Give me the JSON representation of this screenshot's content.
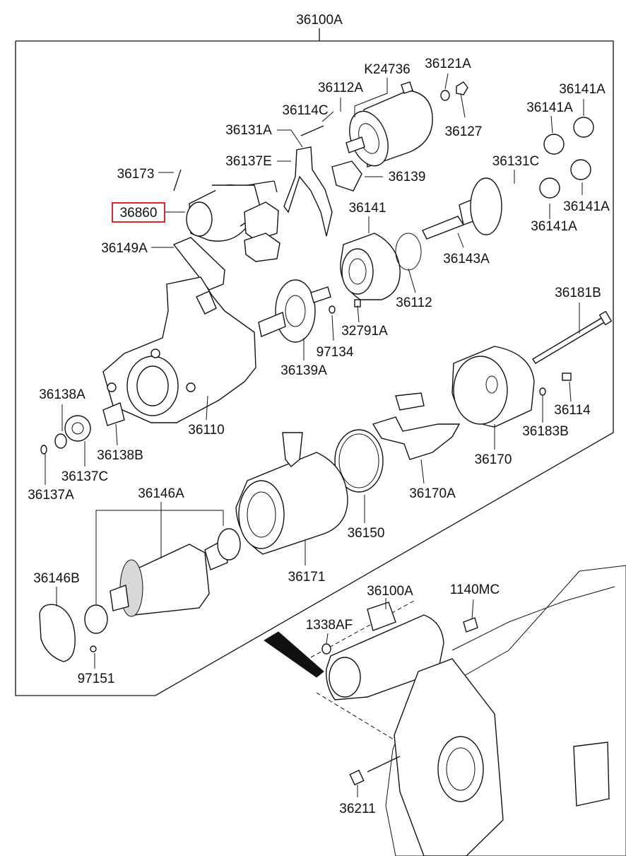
{
  "header": {
    "assembly_label": "36100A"
  },
  "parts": {
    "k24736": "K24736",
    "p36121a": "36121A",
    "p36112a": "36112A",
    "p36114c": "36114C",
    "p36127": "36127",
    "p36141a_1": "36141A",
    "p36141a_2": "36141A",
    "p36131a": "36131A",
    "p36137e": "36137E",
    "p36139": "36139",
    "p36173": "36173",
    "p36131c": "36131C",
    "p36860": "36860",
    "p36141": "36141",
    "p36141a_3": "36141A",
    "p36141a_4": "36141A",
    "p36149a": "36149A",
    "p36143a": "36143A",
    "p36112": "36112",
    "p32791a": "32791A",
    "p97134": "97134",
    "p36181b": "36181B",
    "p36139a": "36139A",
    "p36138a": "36138A",
    "p36114": "36114",
    "p36183b": "36183B",
    "p36110": "36110",
    "p36138b": "36138B",
    "p36170": "36170",
    "p36137c": "36137C",
    "p36137a": "36137A",
    "p36170a": "36170A",
    "p36146a": "36146A",
    "p36150": "36150",
    "p36171": "36171",
    "p36146b": "36146B",
    "p36100a_2": "36100A",
    "p1140mc": "1140MC",
    "p1338af": "1338AF",
    "p97151": "97151",
    "p36211": "36211"
  },
  "highlight": {
    "part": "36860",
    "color": "#e0262b"
  }
}
